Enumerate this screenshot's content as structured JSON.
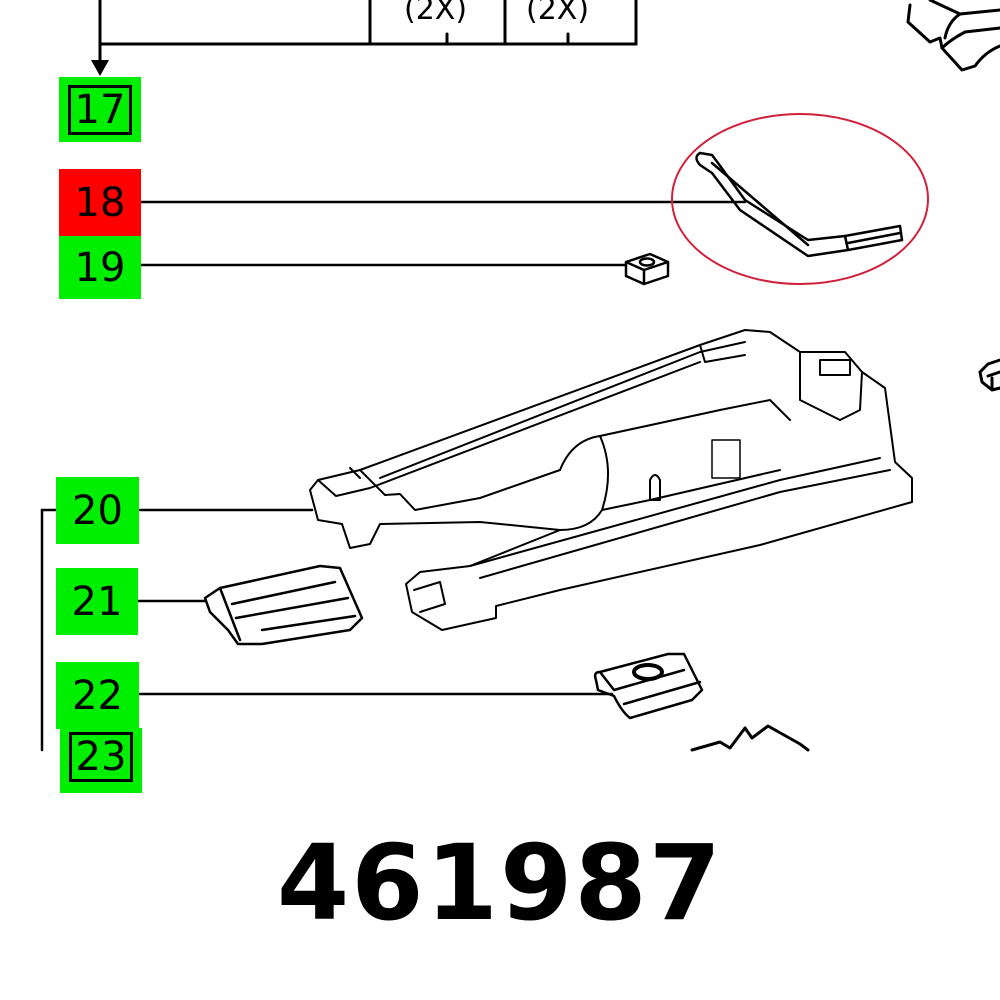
{
  "diagram": {
    "type": "exploded-parts-diagram",
    "callouts": [
      {
        "id": "17",
        "label": "17",
        "status": "available",
        "color": "#00ee00",
        "style": "boxed"
      },
      {
        "id": "18",
        "label": "18",
        "status": "selected",
        "color": "#ff0000",
        "highlighted_part": "hook-wire-spring"
      },
      {
        "id": "19",
        "label": "19",
        "status": "available",
        "color": "#00ee00"
      },
      {
        "id": "20",
        "label": "20",
        "status": "available",
        "color": "#00ee00"
      },
      {
        "id": "21",
        "label": "21",
        "status": "available",
        "color": "#00ee00"
      },
      {
        "id": "22",
        "label": "22",
        "status": "available",
        "color": "#00ee00"
      },
      {
        "id": "23",
        "label": "23",
        "status": "available",
        "color": "#00ee00",
        "style": "boxed",
        "partially_visible": true
      }
    ],
    "quantity_labels": [
      {
        "text": "(2X)"
      },
      {
        "text": "(2X)"
      }
    ],
    "highlight_ring_color": "#d0203a",
    "part_number": "461987"
  }
}
